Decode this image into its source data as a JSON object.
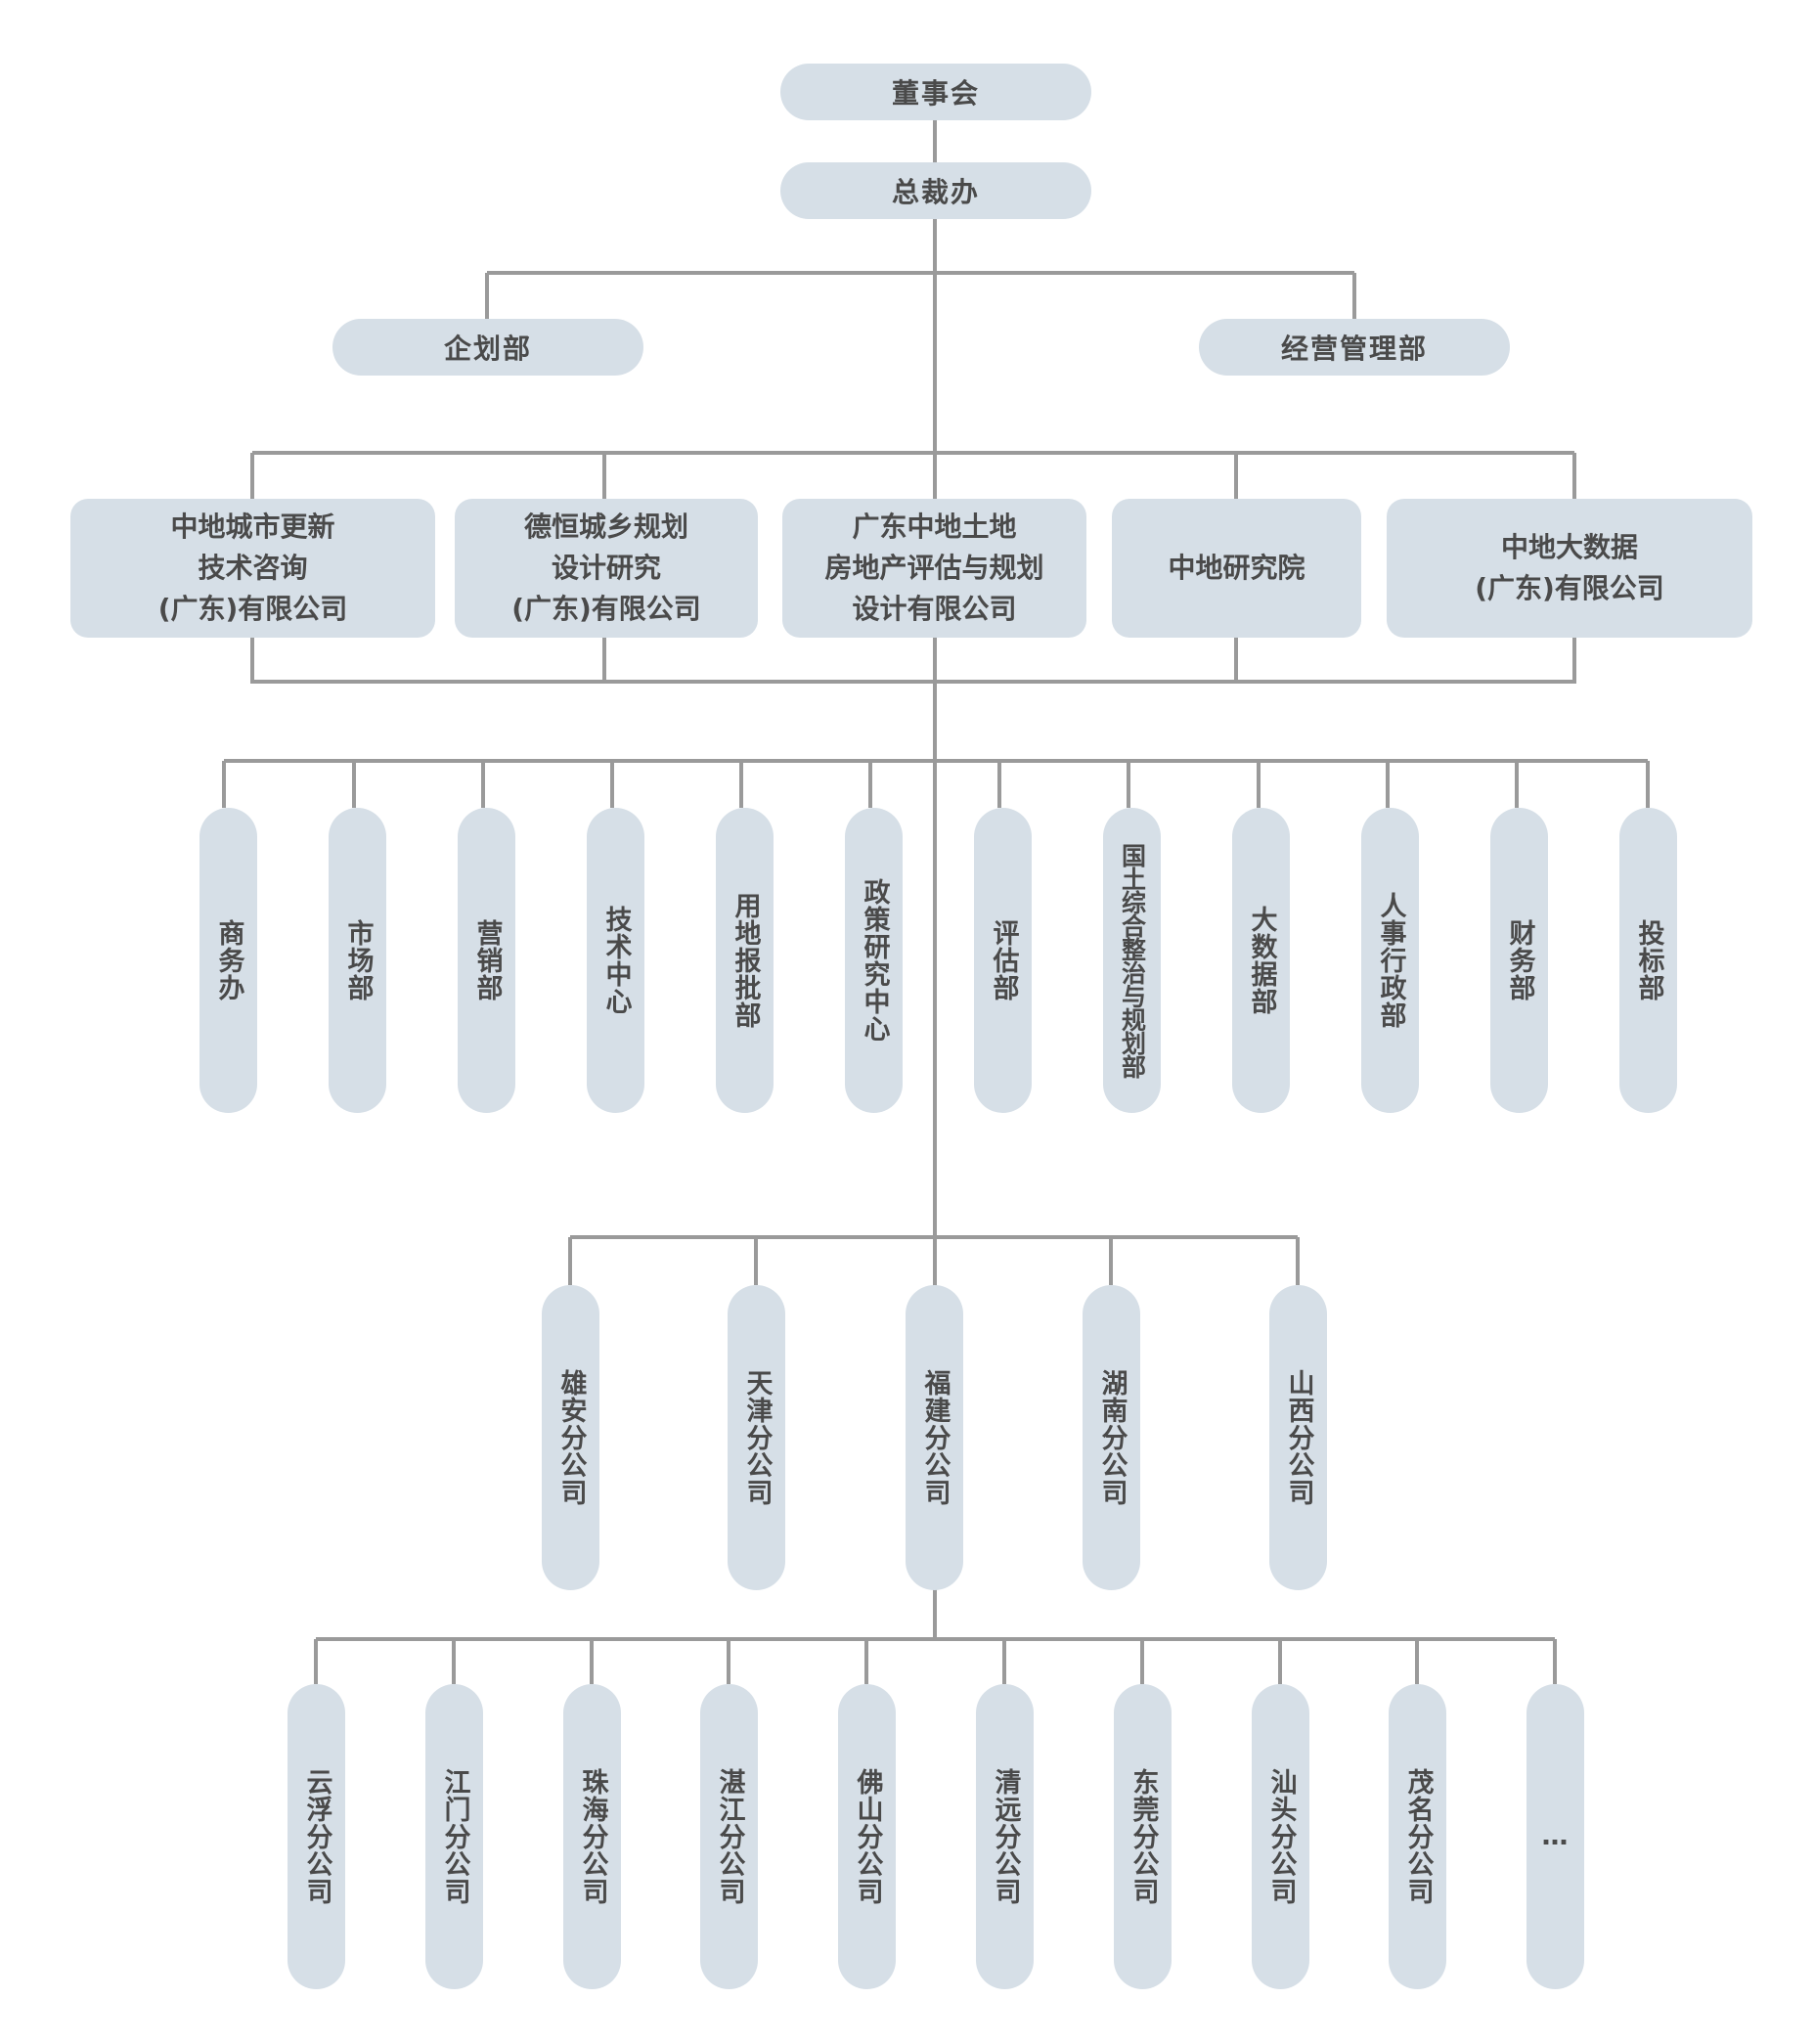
{
  "diagram": {
    "board": "董事会",
    "president_office": "总裁办",
    "staff_departments": [
      "企划部",
      "经营管理部"
    ],
    "companies": [
      "中地城市更新\n技术咨询\n(广东)有限公司",
      "德恒城乡规划\n设计研究\n(广东)有限公司",
      "广东中地土地\n房地产评估与规划\n设计有限公司",
      "中地研究院",
      "中地大数据\n(广东)有限公司"
    ],
    "departments": [
      "商务办",
      "市场部",
      "营销部",
      "技术中心",
      "用地报批部",
      "政策研究中心",
      "评估部",
      "国土综合整治与规划部",
      "大数据部",
      "人事行政部",
      "财务部",
      "投标部"
    ],
    "regional_branches": [
      "雄安分公司",
      "天津分公司",
      "福建分公司",
      "湖南分公司",
      "山西分公司"
    ],
    "guangdong_branches": [
      "云浮分公司",
      "江门分公司",
      "珠海分公司",
      "湛江分公司",
      "佛山分公司",
      "清远分公司",
      "东莞分公司",
      "汕头分公司",
      "茂名分公司",
      "…"
    ]
  },
  "colors": {
    "node_fill": "#d6dfe7",
    "line": "#9a9a9a",
    "text": "#4a4a4a"
  }
}
